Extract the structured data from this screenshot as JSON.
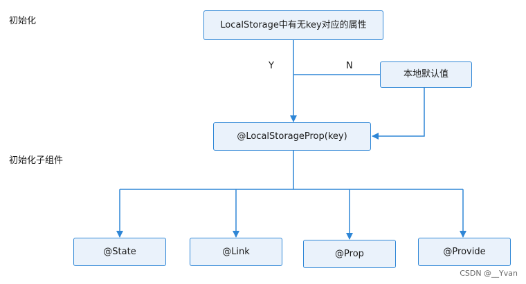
{
  "diagram": {
    "stages": {
      "init": "初始化",
      "init_children": "初始化子组件"
    },
    "nodes": {
      "has_key": "LocalStorage中有无key对应的属性",
      "default_value": "本地默认值",
      "local_storage_prop": "@LocalStorageProp(key)",
      "state": "@State",
      "link": "@Link",
      "prop": "@Prop",
      "provide": "@Provide"
    },
    "edge_labels": {
      "yes": "Y",
      "no": "N"
    },
    "colors": {
      "node_fill": "#eaf2fb",
      "node_border": "#2e86d6",
      "edge": "#2e86d6"
    }
  },
  "watermark": "CSDN @__Yvan"
}
